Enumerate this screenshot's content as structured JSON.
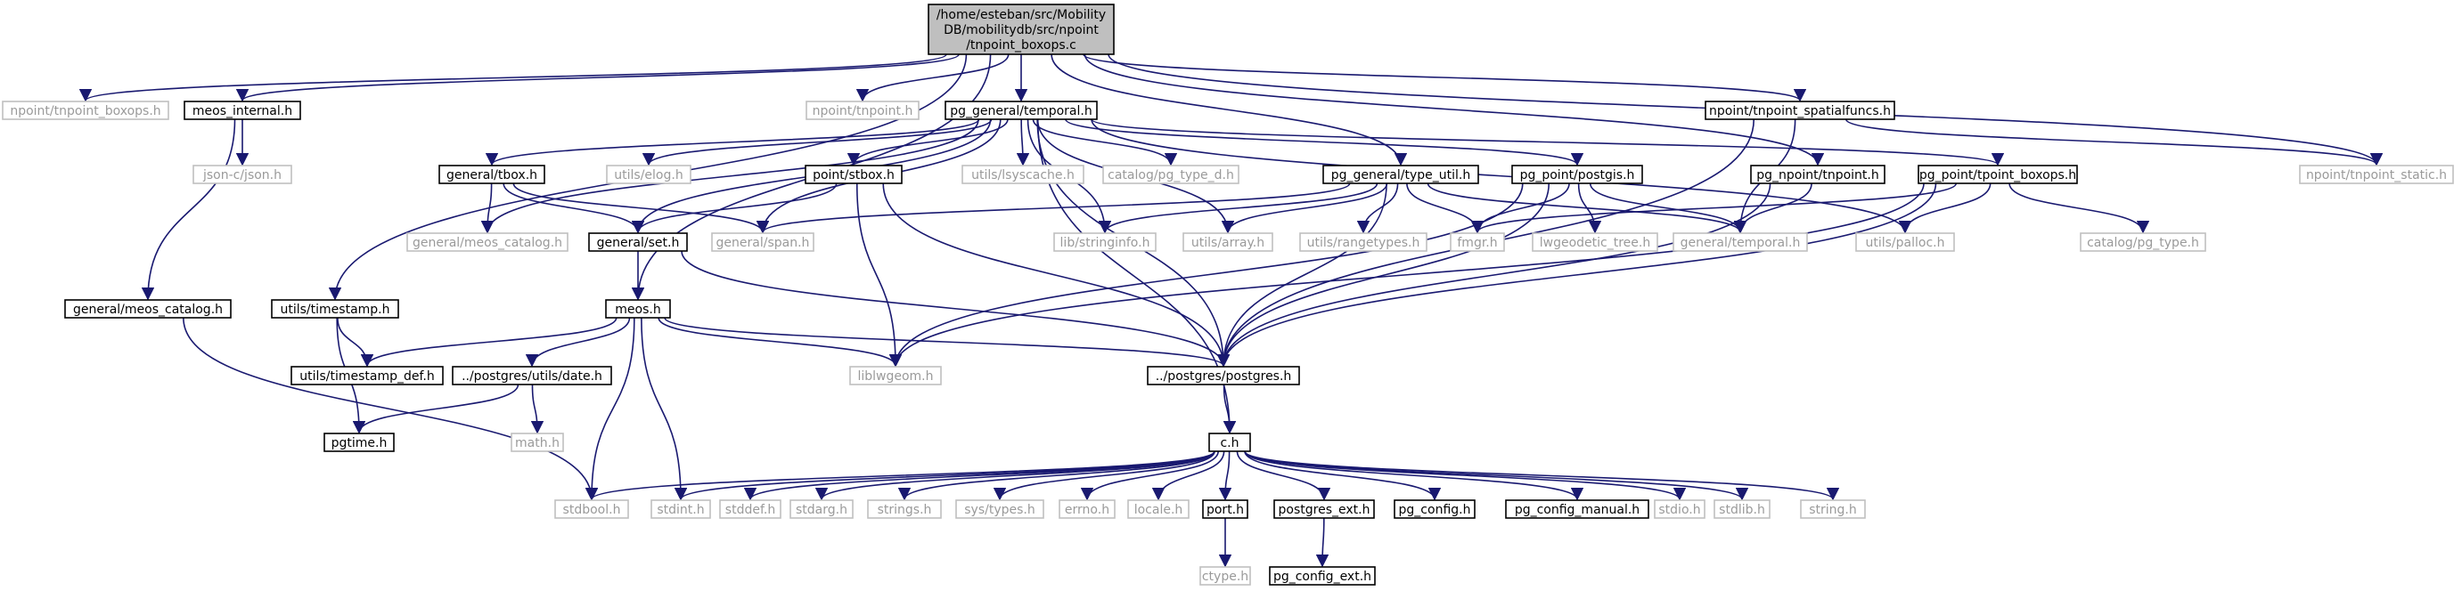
{
  "title": "",
  "colors": {
    "edge": "#191970",
    "root_fill": "#bfbfbf",
    "doc_stroke": "#000000",
    "ext_stroke": "#bfbfbf",
    "ext_text": "#9a9a9a"
  },
  "nodes": [
    {
      "id": "root",
      "lines": [
        "/home/esteban/src/Mobility",
        "DB/mobilitydb/src/npoint",
        "/tnpoint_boxops.c"
      ],
      "kind": "root"
    },
    {
      "id": "npoint_tnpoint_boxops",
      "lines": [
        "npoint/tnpoint_boxops.h"
      ],
      "kind": "ext"
    },
    {
      "id": "meos_internal",
      "lines": [
        "meos_internal.h"
      ],
      "kind": "doc"
    },
    {
      "id": "json",
      "lines": [
        "json-c/json.h"
      ],
      "kind": "ext"
    },
    {
      "id": "meos_catalog_l",
      "lines": [
        "general/meos_catalog.h"
      ],
      "kind": "doc"
    },
    {
      "id": "utils_timestamp",
      "lines": [
        "utils/timestamp.h"
      ],
      "kind": "doc"
    },
    {
      "id": "npoint_tnpoint",
      "lines": [
        "npoint/tnpoint.h"
      ],
      "kind": "ext"
    },
    {
      "id": "pg_temporal",
      "lines": [
        "pg_general/temporal.h"
      ],
      "kind": "doc"
    },
    {
      "id": "general_tbox",
      "lines": [
        "general/tbox.h"
      ],
      "kind": "doc"
    },
    {
      "id": "utils_elog",
      "lines": [
        "utils/elog.h"
      ],
      "kind": "ext"
    },
    {
      "id": "point_stbox",
      "lines": [
        "point/stbox.h"
      ],
      "kind": "doc"
    },
    {
      "id": "utils_lsyscache",
      "lines": [
        "utils/lsyscache.h"
      ],
      "kind": "ext"
    },
    {
      "id": "catalog_pg_type_d",
      "lines": [
        "catalog/pg_type_d.h"
      ],
      "kind": "ext"
    },
    {
      "id": "pg_type_util",
      "lines": [
        "pg_general/type_util.h"
      ],
      "kind": "doc"
    },
    {
      "id": "pg_point_postgis",
      "lines": [
        "pg_point/postgis.h"
      ],
      "kind": "doc"
    },
    {
      "id": "npoint_spatialfuncs",
      "lines": [
        "npoint/tnpoint_spatialfuncs.h"
      ],
      "kind": "doc"
    },
    {
      "id": "pg_npoint_tnpoint",
      "lines": [
        "pg_npoint/tnpoint.h"
      ],
      "kind": "doc"
    },
    {
      "id": "pg_point_tpoint_boxops",
      "lines": [
        "pg_point/tpoint_boxops.h"
      ],
      "kind": "doc"
    },
    {
      "id": "npoint_static",
      "lines": [
        "npoint/tnpoint_static.h"
      ],
      "kind": "ext"
    },
    {
      "id": "general_meos_catalog",
      "lines": [
        "general/meos_catalog.h"
      ],
      "kind": "ext"
    },
    {
      "id": "general_set",
      "lines": [
        "general/set.h"
      ],
      "kind": "doc"
    },
    {
      "id": "general_span",
      "lines": [
        "general/span.h"
      ],
      "kind": "ext"
    },
    {
      "id": "lib_stringinfo",
      "lines": [
        "lib/stringinfo.h"
      ],
      "kind": "ext"
    },
    {
      "id": "utils_array",
      "lines": [
        "utils/array.h"
      ],
      "kind": "ext"
    },
    {
      "id": "utils_rangetypes",
      "lines": [
        "utils/rangetypes.h"
      ],
      "kind": "ext"
    },
    {
      "id": "fmgr",
      "lines": [
        "fmgr.h"
      ],
      "kind": "ext"
    },
    {
      "id": "lwgeodetic",
      "lines": [
        "lwgeodetic_tree.h"
      ],
      "kind": "ext"
    },
    {
      "id": "general_temporal",
      "lines": [
        "general/temporal.h"
      ],
      "kind": "ext"
    },
    {
      "id": "utils_palloc",
      "lines": [
        "utils/palloc.h"
      ],
      "kind": "ext"
    },
    {
      "id": "catalog_pg_type",
      "lines": [
        "catalog/pg_type.h"
      ],
      "kind": "ext"
    },
    {
      "id": "meos",
      "lines": [
        "meos.h"
      ],
      "kind": "doc"
    },
    {
      "id": "utils_timestamp_def",
      "lines": [
        "utils/timestamp_def.h"
      ],
      "kind": "doc"
    },
    {
      "id": "postgres_date",
      "lines": [
        "../postgres/utils/date.h"
      ],
      "kind": "doc"
    },
    {
      "id": "liblwgeom",
      "lines": [
        "liblwgeom.h"
      ],
      "kind": "ext"
    },
    {
      "id": "postgres_postgres",
      "lines": [
        "../postgres/postgres.h"
      ],
      "kind": "doc"
    },
    {
      "id": "pgtime",
      "lines": [
        "pgtime.h"
      ],
      "kind": "doc"
    },
    {
      "id": "math",
      "lines": [
        "math.h"
      ],
      "kind": "ext"
    },
    {
      "id": "c_h",
      "lines": [
        "c.h"
      ],
      "kind": "doc"
    },
    {
      "id": "stdbool",
      "lines": [
        "stdbool.h"
      ],
      "kind": "ext"
    },
    {
      "id": "stdint",
      "lines": [
        "stdint.h"
      ],
      "kind": "ext"
    },
    {
      "id": "stddef",
      "lines": [
        "stddef.h"
      ],
      "kind": "ext"
    },
    {
      "id": "stdarg",
      "lines": [
        "stdarg.h"
      ],
      "kind": "ext"
    },
    {
      "id": "strings",
      "lines": [
        "strings.h"
      ],
      "kind": "ext"
    },
    {
      "id": "sys_types",
      "lines": [
        "sys/types.h"
      ],
      "kind": "ext"
    },
    {
      "id": "errno",
      "lines": [
        "errno.h"
      ],
      "kind": "ext"
    },
    {
      "id": "locale",
      "lines": [
        "locale.h"
      ],
      "kind": "ext"
    },
    {
      "id": "port",
      "lines": [
        "port.h"
      ],
      "kind": "doc"
    },
    {
      "id": "postgres_ext",
      "lines": [
        "postgres_ext.h"
      ],
      "kind": "doc"
    },
    {
      "id": "pg_config",
      "lines": [
        "pg_config.h"
      ],
      "kind": "doc"
    },
    {
      "id": "pg_config_manual",
      "lines": [
        "pg_config_manual.h"
      ],
      "kind": "doc"
    },
    {
      "id": "stdio",
      "lines": [
        "stdio.h"
      ],
      "kind": "ext"
    },
    {
      "id": "stdlib",
      "lines": [
        "stdlib.h"
      ],
      "kind": "ext"
    },
    {
      "id": "string",
      "lines": [
        "string.h"
      ],
      "kind": "ext"
    },
    {
      "id": "ctype",
      "lines": [
        "ctype.h"
      ],
      "kind": "ext"
    },
    {
      "id": "pg_config_ext",
      "lines": [
        "pg_config_ext.h"
      ],
      "kind": "doc"
    }
  ],
  "edges": [
    [
      "root",
      "npoint_tnpoint_boxops"
    ],
    [
      "root",
      "meos_internal"
    ],
    [
      "root",
      "utils_timestamp"
    ],
    [
      "root",
      "npoint_tnpoint"
    ],
    [
      "root",
      "pg_temporal"
    ],
    [
      "root",
      "meos"
    ],
    [
      "root",
      "pg_type_util"
    ],
    [
      "root",
      "npoint_spatialfuncs"
    ],
    [
      "root",
      "pg_npoint_tnpoint"
    ],
    [
      "root",
      "npoint_static"
    ],
    [
      "meos_internal",
      "json"
    ],
    [
      "meos_internal",
      "meos_catalog_l"
    ],
    [
      "meos_catalog_l",
      "stdbool"
    ],
    [
      "utils_timestamp",
      "utils_timestamp_def"
    ],
    [
      "utils_timestamp",
      "pgtime"
    ],
    [
      "pg_temporal",
      "general_tbox"
    ],
    [
      "pg_temporal",
      "utils_elog"
    ],
    [
      "pg_temporal",
      "point_stbox"
    ],
    [
      "pg_temporal",
      "utils_lsyscache"
    ],
    [
      "pg_temporal",
      "catalog_pg_type_d"
    ],
    [
      "pg_temporal",
      "pg_point_postgis"
    ],
    [
      "pg_temporal",
      "pg_point_tpoint_boxops"
    ],
    [
      "pg_temporal",
      "general_meos_catalog"
    ],
    [
      "pg_temporal",
      "general_set"
    ],
    [
      "pg_temporal",
      "general_span"
    ],
    [
      "pg_temporal",
      "lib_stringinfo"
    ],
    [
      "pg_temporal",
      "utils_array"
    ],
    [
      "pg_temporal",
      "utils_palloc"
    ],
    [
      "pg_temporal",
      "postgres_postgres"
    ],
    [
      "pg_temporal",
      "c_h"
    ],
    [
      "general_tbox",
      "general_meos_catalog"
    ],
    [
      "general_tbox",
      "general_set"
    ],
    [
      "general_tbox",
      "general_span"
    ],
    [
      "point_stbox",
      "general_set"
    ],
    [
      "point_stbox",
      "liblwgeom"
    ],
    [
      "point_stbox",
      "postgres_postgres"
    ],
    [
      "general_set",
      "meos"
    ],
    [
      "general_set",
      "postgres_postgres"
    ],
    [
      "pg_type_util",
      "general_span"
    ],
    [
      "pg_type_util",
      "lib_stringinfo"
    ],
    [
      "pg_type_util",
      "utils_array"
    ],
    [
      "pg_type_util",
      "utils_rangetypes"
    ],
    [
      "pg_type_util",
      "fmgr"
    ],
    [
      "pg_type_util",
      "general_temporal"
    ],
    [
      "pg_type_util",
      "postgres_postgres"
    ],
    [
      "pg_point_postgis",
      "fmgr"
    ],
    [
      "pg_point_postgis",
      "lwgeodetic"
    ],
    [
      "pg_point_postgis",
      "general_temporal"
    ],
    [
      "pg_point_postgis",
      "liblwgeom"
    ],
    [
      "pg_point_postgis",
      "postgres_postgres"
    ],
    [
      "npoint_spatialfuncs",
      "general_temporal"
    ],
    [
      "npoint_spatialfuncs",
      "postgres_postgres"
    ],
    [
      "npoint_spatialfuncs",
      "npoint_static"
    ],
    [
      "pg_npoint_tnpoint",
      "general_temporal"
    ],
    [
      "pg_npoint_tnpoint",
      "postgres_postgres"
    ],
    [
      "pg_point_tpoint_boxops",
      "fmgr"
    ],
    [
      "pg_point_tpoint_boxops",
      "utils_palloc"
    ],
    [
      "pg_point_tpoint_boxops",
      "catalog_pg_type"
    ],
    [
      "pg_point_tpoint_boxops",
      "liblwgeom"
    ],
    [
      "pg_point_tpoint_boxops",
      "postgres_postgres"
    ],
    [
      "meos",
      "utils_timestamp_def"
    ],
    [
      "meos",
      "postgres_date"
    ],
    [
      "meos",
      "liblwgeom"
    ],
    [
      "meos",
      "postgres_postgres"
    ],
    [
      "meos",
      "stdbool"
    ],
    [
      "meos",
      "stdint"
    ],
    [
      "postgres_date",
      "pgtime"
    ],
    [
      "postgres_date",
      "math"
    ],
    [
      "postgres_postgres",
      "c_h"
    ],
    [
      "c_h",
      "stdbool"
    ],
    [
      "c_h",
      "stdint"
    ],
    [
      "c_h",
      "stddef"
    ],
    [
      "c_h",
      "stdarg"
    ],
    [
      "c_h",
      "strings"
    ],
    [
      "c_h",
      "sys_types"
    ],
    [
      "c_h",
      "errno"
    ],
    [
      "c_h",
      "locale"
    ],
    [
      "c_h",
      "port"
    ],
    [
      "c_h",
      "postgres_ext"
    ],
    [
      "c_h",
      "pg_config"
    ],
    [
      "c_h",
      "pg_config_manual"
    ],
    [
      "c_h",
      "stdio"
    ],
    [
      "c_h",
      "stdlib"
    ],
    [
      "c_h",
      "string"
    ],
    [
      "port",
      "ctype"
    ],
    [
      "postgres_ext",
      "pg_config_ext"
    ]
  ]
}
